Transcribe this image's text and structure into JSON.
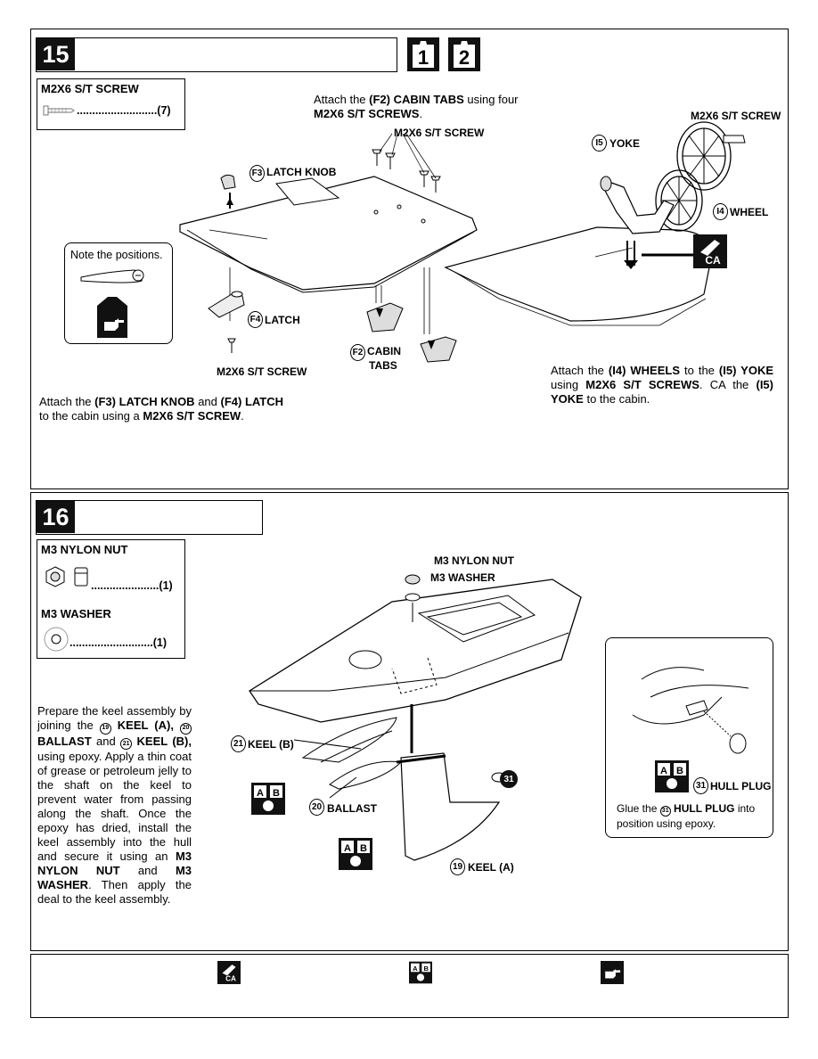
{
  "step15": {
    "number": "15",
    "parts_box": {
      "title": "M2X6 S/T SCREW",
      "qty": "..........................(7)"
    },
    "instr_top": {
      "pre": "Attach the ",
      "p1": "(F2) CABIN TABS",
      "mid": " using four ",
      "p2": "M2X6 S/T SCREWS",
      "end": "."
    },
    "labels": {
      "latch_knob": "LATCH KNOB",
      "latch_knob_id": "F3",
      "latch": "LATCH",
      "latch_id": "F4",
      "cabin_tabs_1": "CABIN",
      "cabin_tabs_2": "TABS",
      "cabin_tabs_id": "F2",
      "screw_top": "M2X6 S/T SCREW",
      "screw_bottom": "M2X6 S/T SCREW",
      "screw_right": "M2X6 S/T SCREW",
      "yoke": "YOKE",
      "yoke_id": "I5",
      "wheel": "WHEEL",
      "wheel_id": "I4",
      "note": "Note the positions."
    },
    "instr_left": {
      "pre": "Attach the ",
      "p1": "(F3) LATCH KNOB",
      "mid": " and ",
      "p2": "(F4) LATCH",
      "line2a": "to the cabin using a ",
      "p3": "M2X6 S/T SCREW",
      "end": "."
    },
    "instr_right": {
      "pre": "Attach the ",
      "p1": "(I4) WHEELS",
      "mid": " to the ",
      "p2": "(I5) YOKE",
      "line2a": "using ",
      "p3": "M2X6 S/T SCREWS",
      "line2b": ". CA the",
      "p4": "(I5) YOKE",
      "end": " to the cabin."
    }
  },
  "step16": {
    "number": "16",
    "parts_box": {
      "nut_title": "M3 NYLON NUT",
      "nut_qty": "......................(1)",
      "washer_title": "M3 WASHER",
      "washer_qty": "...........................(1)"
    },
    "instructions": {
      "t1": "Prepare the keel assembly by joining the ",
      "n19": "19",
      "keel_a": "KEEL (A),",
      "n20": "20",
      "ballast": "BALLAST",
      "and": " and ",
      "n21": "21",
      "keel_b": "KEEL (B),",
      "t2": " using epoxy. Apply a thin coat of grease or petroleum jelly to the shaft on the keel to prevent water from passing along the shaft. Once the epoxy has dried, install the keel assembly into the hull and secure it using an ",
      "nut": "M3 NYLON NUT",
      "and2": " and ",
      "washer": "M3 WASHER",
      "t3": ". Then apply the deal to the keel assembly."
    },
    "labels": {
      "nylon_nut": "M3 NYLON NUT",
      "washer": "M3 WASHER",
      "keel_b_id": "21",
      "keel_b": "KEEL (B)",
      "ballast_id": "20",
      "ballast": "BALLAST",
      "keel_a_id": "19",
      "keel_a": "KEEL (A)",
      "marker": "31",
      "hull_plug_id": "31",
      "hull_plug": "HULL PLUG"
    },
    "hull_plug_note": {
      "pre": "Glue the ",
      "n": "31",
      "bold": "HULL PLUG",
      "post": " into position using epoxy."
    }
  },
  "legend": {
    "items": [
      "ca-glue-icon",
      "epoxy-icon",
      "pointing-hand-icon"
    ]
  }
}
